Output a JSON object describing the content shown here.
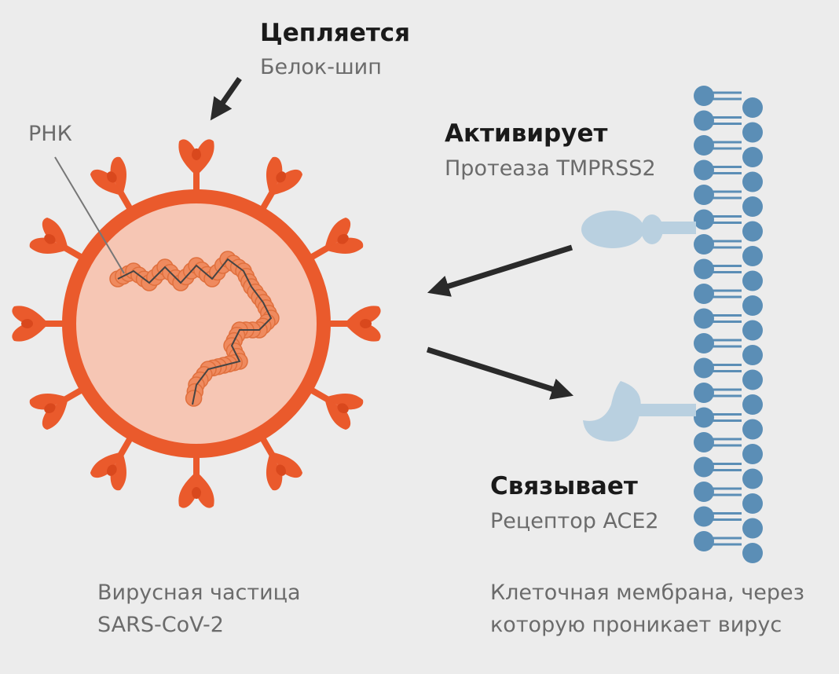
{
  "labels": {
    "attach_title": "Цепляется",
    "attach_sub": "Белок-шип",
    "rna": "РНК",
    "activate_title": "Активирует",
    "activate_sub": "Протеаза TMPRSS2",
    "bind_title": "Связывает",
    "bind_sub": "Рецептор ACE2",
    "virus_caption_line1": "Вирусная частица",
    "virus_caption_line2": "SARS-CoV-2",
    "membrane_caption_line1": "Клеточная мембрана, через",
    "membrane_caption_line2": "которую проникает вирус"
  },
  "colors": {
    "background": "#ececec",
    "virus_ring": "#ea5a2c",
    "virus_fill": "#f6c6b4",
    "rna_bead": "#ef8a5e",
    "membrane": "#5b8eb6",
    "receptor": "#b9d0e0",
    "arrow": "#2a2a2a"
  }
}
